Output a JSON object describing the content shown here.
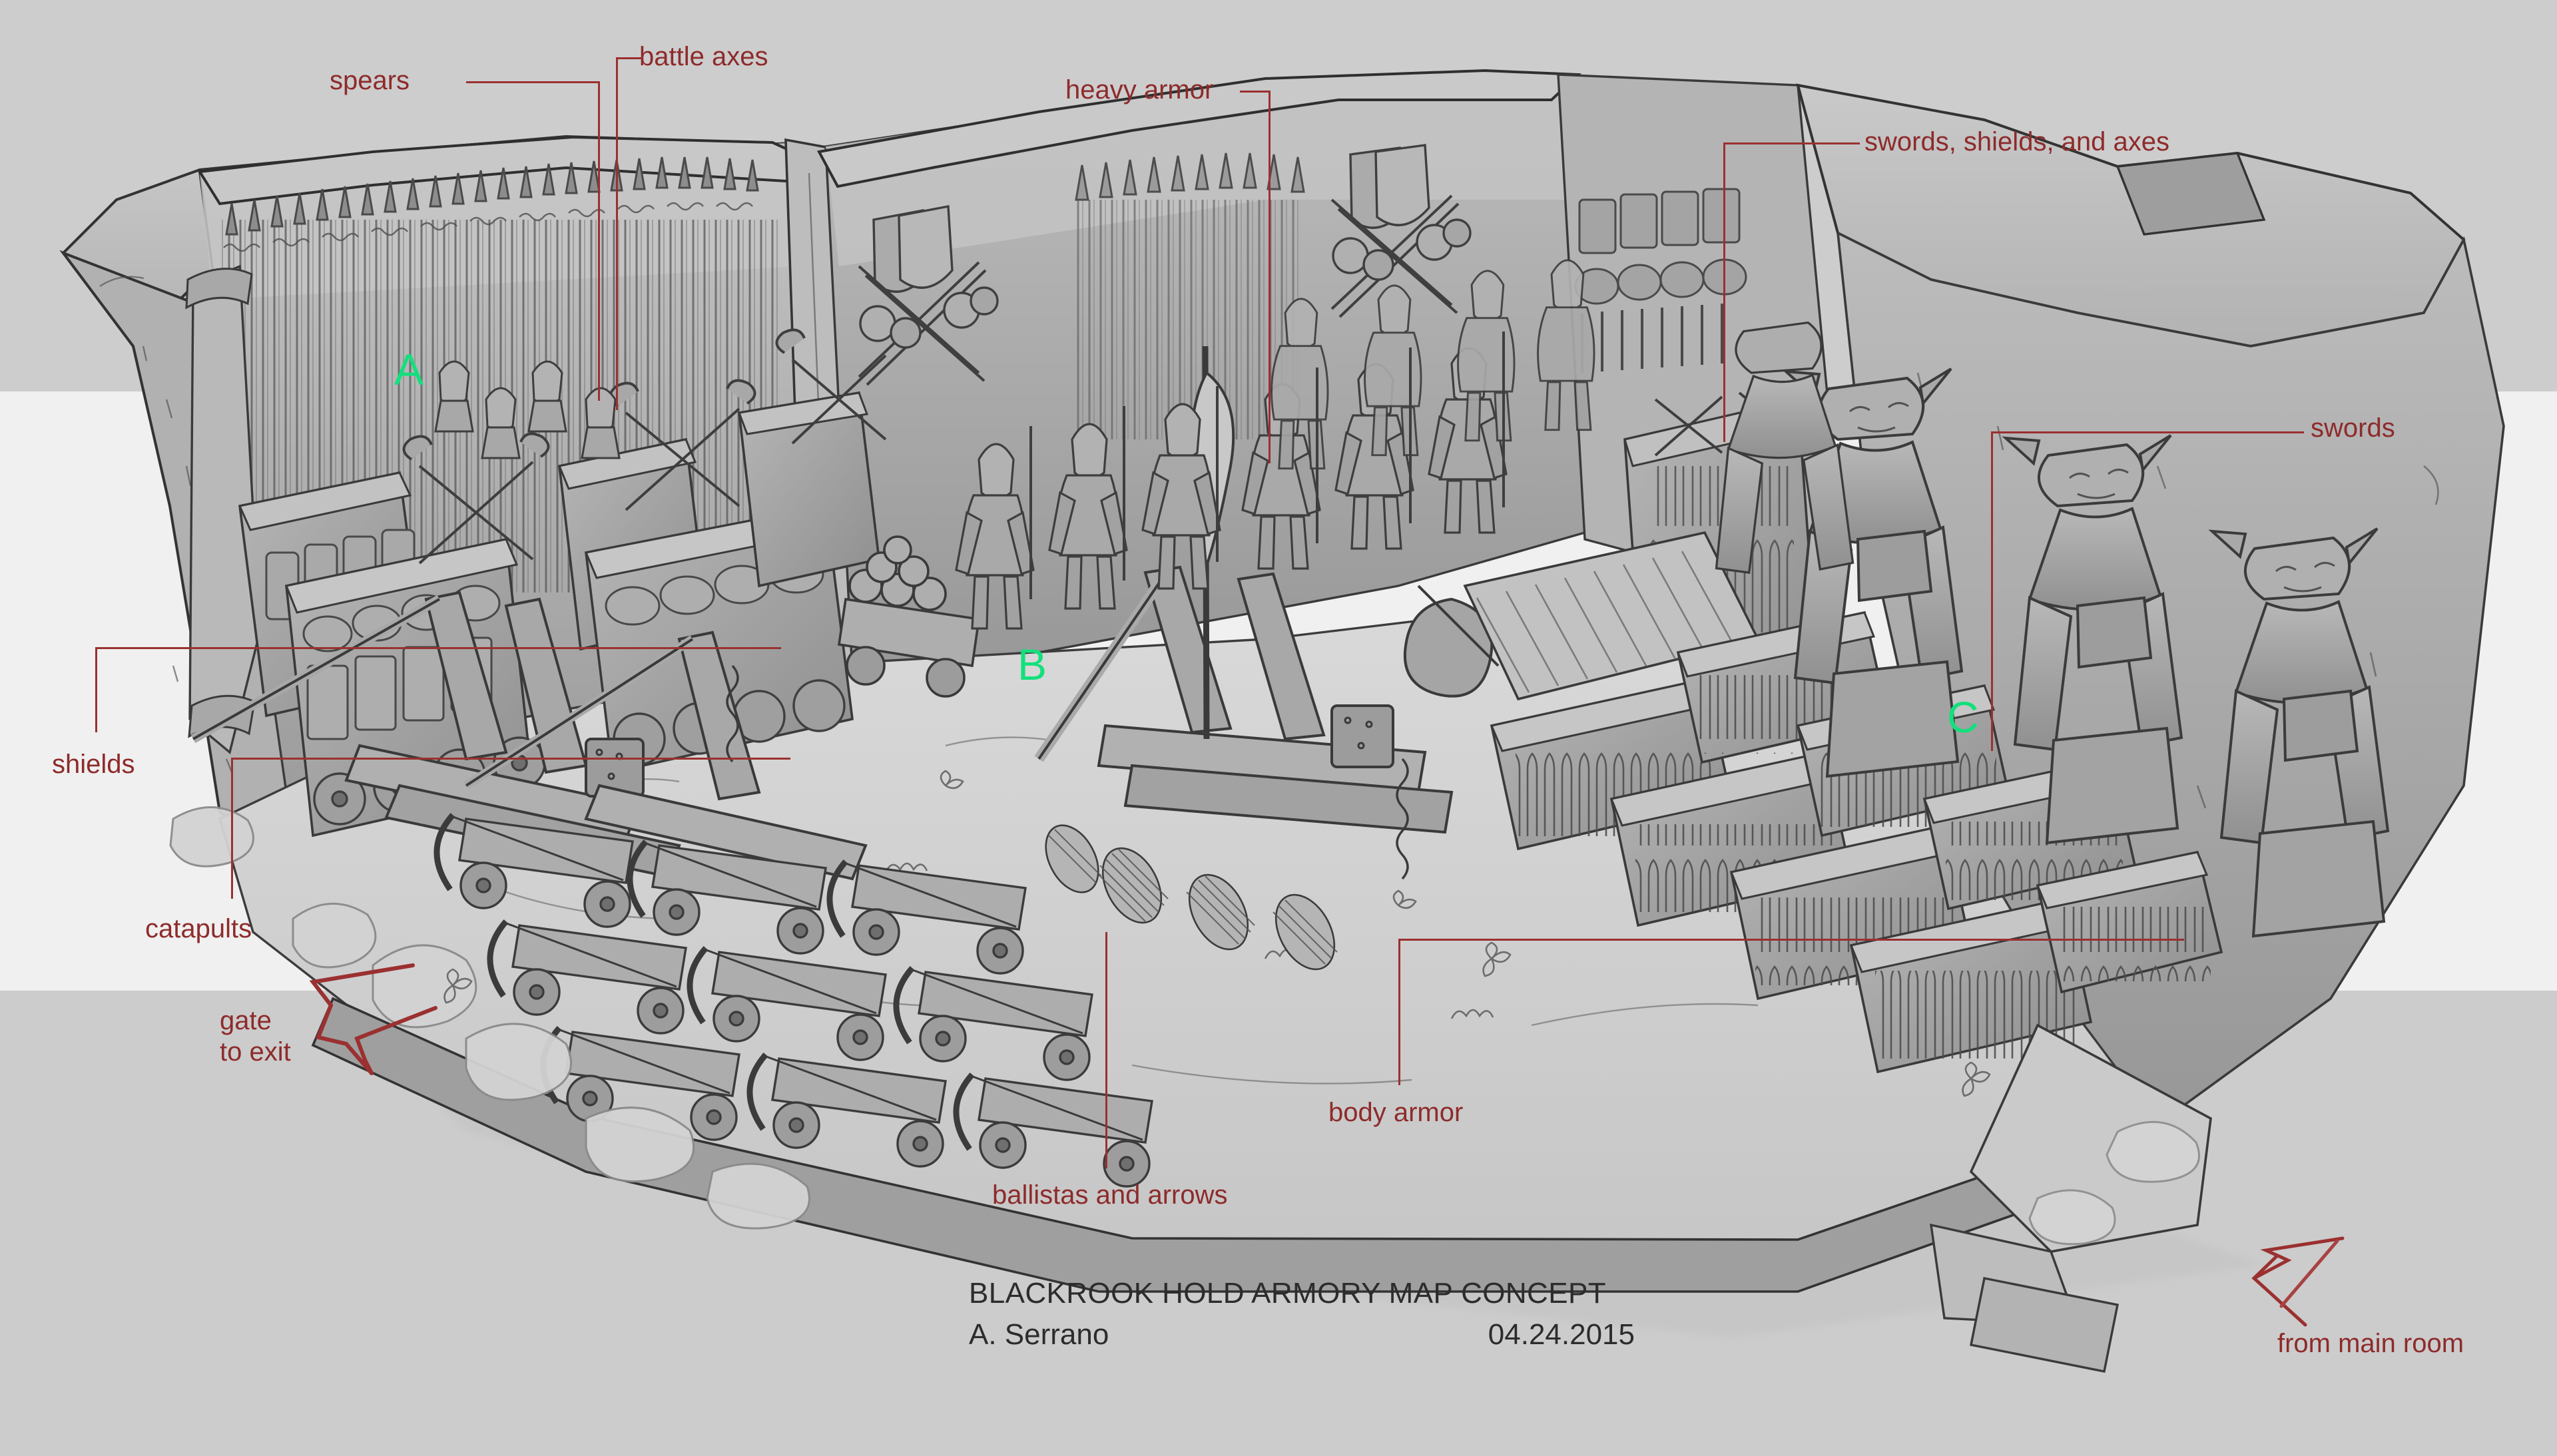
{
  "background": {
    "band_top_color": "#cdcdcd",
    "band_mid_color": "#f0f0f0",
    "band_bottom_color": "#cccccc"
  },
  "palette": {
    "annotation_red": "#8e2b2b",
    "leader_red": "#9b3030",
    "marker_green": "#12e07c",
    "ink": "#2b2b2b",
    "stone_light": "#cfcfcf",
    "stone_mid": "#a9a9a9",
    "stone_dark": "#8a8a8a",
    "floor": "#d8d8d8"
  },
  "title_block": {
    "title": "BLACKROOK HOLD ARMORY MAP CONCEPT",
    "author": "A. Serrano",
    "date": "04.24.2015"
  },
  "annotations": [
    {
      "id": "spears",
      "label": "spears"
    },
    {
      "id": "battle-axes",
      "label": "battle axes"
    },
    {
      "id": "heavy-armor",
      "label": "heavy armor"
    },
    {
      "id": "swords-shields-axes",
      "label": "swords, shields, and axes"
    },
    {
      "id": "swords",
      "label": "swords"
    },
    {
      "id": "shields",
      "label": "shields"
    },
    {
      "id": "catapults",
      "label": "catapults"
    },
    {
      "id": "gate-to-exit",
      "label": "gate\nto exit"
    },
    {
      "id": "ballistas-arrows",
      "label": "ballistas and arrows"
    },
    {
      "id": "body-armor",
      "label": "body armor"
    },
    {
      "id": "from-main-room",
      "label": "from main room"
    }
  ],
  "markers": [
    {
      "id": "A",
      "label": "A"
    },
    {
      "id": "B",
      "label": "B"
    },
    {
      "id": "C",
      "label": "C"
    }
  ]
}
